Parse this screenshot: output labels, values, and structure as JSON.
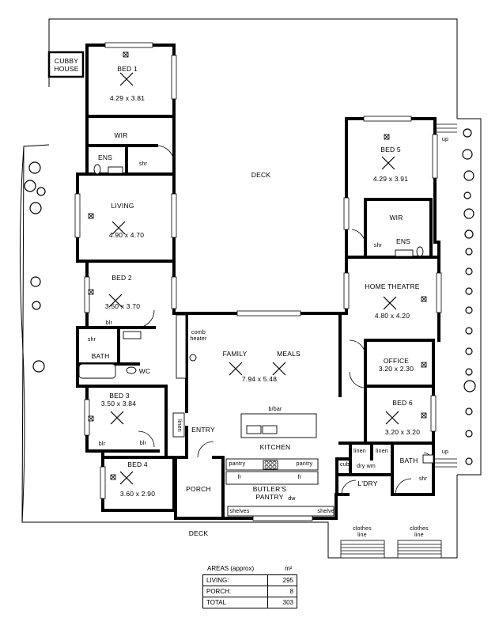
{
  "rooms": {
    "cubby": "CUBBY\nHOUSE",
    "bed1": {
      "name": "BED 1",
      "size": "4.29 x 3.81"
    },
    "wir1": "WIR",
    "ens1": "ENS",
    "shr1": "shr",
    "living": {
      "name": "LIVING",
      "size": "4.90 x 4.70"
    },
    "bed2": {
      "name": "BED 2",
      "size": "3.50 x 3.70"
    },
    "blr1": "blr",
    "shr2": "shr",
    "bath1": "BATH",
    "wc": "WC",
    "bed3": {
      "name": "BED 3",
      "size": "3.50 x 3.84"
    },
    "blr2": "blr",
    "blr3": "blr",
    "linen1": "linen",
    "bed4": {
      "name": "BED 4",
      "size": "3.60 x 2.90"
    },
    "porch": "PORCH",
    "entry": "ENTRY",
    "deck_top": "DECK",
    "deck_bottom": "DECK",
    "comb_heater": "comb\nheater",
    "family": "FAMILY",
    "meals": "MEALS",
    "family_size": "7.94 x 5.48",
    "bbar": "b/bar",
    "kitchen": "KITCHEN",
    "pantry_l": "pantry",
    "pantry_r": "pantry",
    "fr1": "fr",
    "fr2": "fr",
    "butlers": "BUTLER'S\nPANTRY",
    "dw": "dw",
    "shelves_l": "shelves",
    "shelves_r": "shelves",
    "bed5": {
      "name": "BED 5",
      "size": "4.29 x 3.91"
    },
    "wir2": "WIR",
    "ens2": "ENS",
    "shr3": "shr",
    "home_theatre": {
      "name": "HOME THEATRE",
      "size": "4.80 x 4.20"
    },
    "office": {
      "name": "OFFICE",
      "size": "3.20 x 2.30"
    },
    "bed6": {
      "name": "BED 6",
      "size": "3.20 x 3.20"
    },
    "linen2": "linen",
    "linen3": "linen",
    "bath2": "BATH",
    "cub": "cub",
    "drywm": "dry wm",
    "ldry": "L'DRY",
    "shr4": "shr",
    "up1": "up",
    "up2": "up",
    "clothes1": "clothes\nline",
    "clothes2": "clothes\nline"
  },
  "areas": {
    "title": "AREAS (approx)",
    "unit": "m²",
    "rows": [
      {
        "label": "LIVING:",
        "value": "295"
      },
      {
        "label": "PORCH:",
        "value": "8"
      },
      {
        "label": "TOTAL",
        "value": "303"
      }
    ]
  }
}
